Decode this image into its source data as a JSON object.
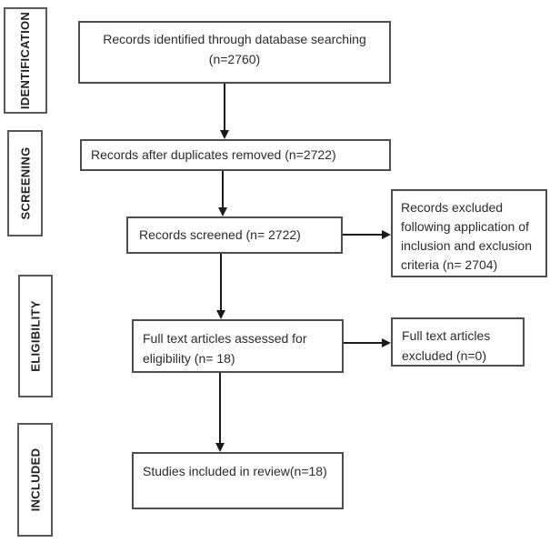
{
  "diagram": {
    "type": "prisma-flow-diagram",
    "stages": [
      {
        "id": "identification",
        "label": "IDENTIFICATION"
      },
      {
        "id": "screening",
        "label": "SCREENING"
      },
      {
        "id": "eligibility",
        "label": "ELIGIBILITY"
      },
      {
        "id": "included",
        "label": "INCLUDED"
      }
    ],
    "boxes": {
      "identified": {
        "line1": "Records identified through database searching",
        "line2": "(n=2760)"
      },
      "duplicates_removed": {
        "text": "Records after duplicates removed (n=2722)"
      },
      "screened": {
        "text": "Records screened (n= 2722)"
      },
      "records_excluded": {
        "text": "Records excluded following application of inclusion and exclusion criteria (n= 2704)"
      },
      "fulltext_assessed": {
        "text": "Full text articles assessed for eligibility (n= 18)"
      },
      "fulltext_excluded": {
        "text": "Full text articles excluded (n=0)"
      },
      "studies_included": {
        "text": "Studies included in review(n=18)"
      }
    },
    "counts": {
      "identified": 2760,
      "after_duplicates_removed": 2722,
      "screened": 2722,
      "excluded_by_criteria": 2704,
      "fulltext_assessed": 18,
      "fulltext_excluded": 0,
      "included_in_review": 18
    },
    "colors": {
      "background": "#ffffff",
      "box_border": "#4d4d4d",
      "stage_border": "#595959",
      "text": "#2b2b2b",
      "arrow": "#1a1a1a"
    }
  }
}
